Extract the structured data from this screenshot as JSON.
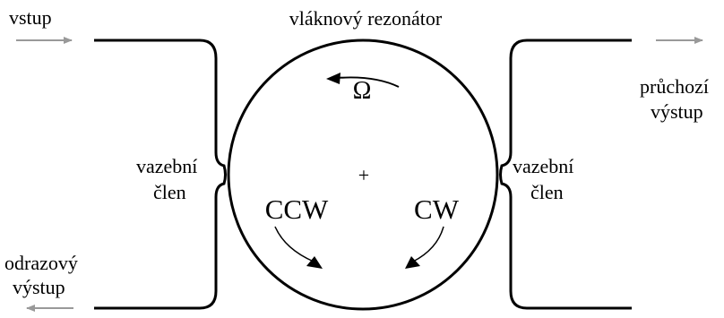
{
  "diagram": {
    "title": "vláknový rezonátor",
    "input": {
      "line1": "vstup"
    },
    "reflected_output": {
      "line1": "odrazový",
      "line2": "výstup"
    },
    "through_output": {
      "line1": "průchozí",
      "line2": "výstup"
    },
    "left_coupler": {
      "line1": "vazební",
      "line2": "člen"
    },
    "right_coupler": {
      "line1": "vazební",
      "line2": "člen"
    },
    "rotation_symbol": "Ω",
    "ccw_label": "CCW",
    "cw_label": "CW",
    "center_mark": "+",
    "colors": {
      "fiber": "#000000",
      "signal_arrow": "#999999"
    }
  }
}
